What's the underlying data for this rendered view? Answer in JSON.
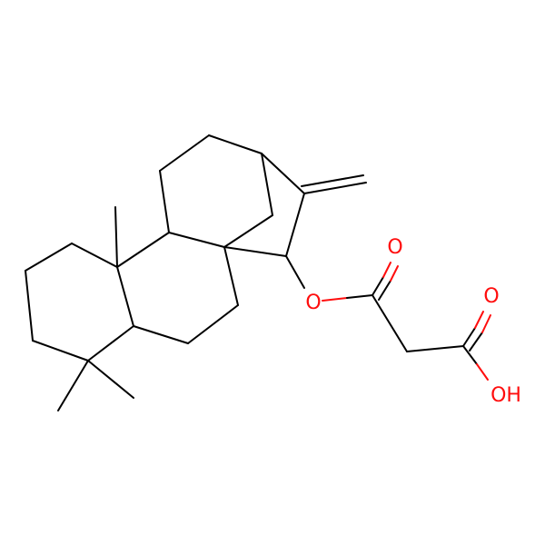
{
  "molecule": {
    "colors": {
      "carbon_bond": "#000000",
      "oxygen": "#ff0d0d",
      "background": "#ffffff"
    },
    "atom_labels": {
      "ester_oxygen": "O",
      "ester_carbonyl_oxygen": "O",
      "acid_carbonyl_oxygen": "O",
      "hydroxyl": "OH"
    }
  }
}
